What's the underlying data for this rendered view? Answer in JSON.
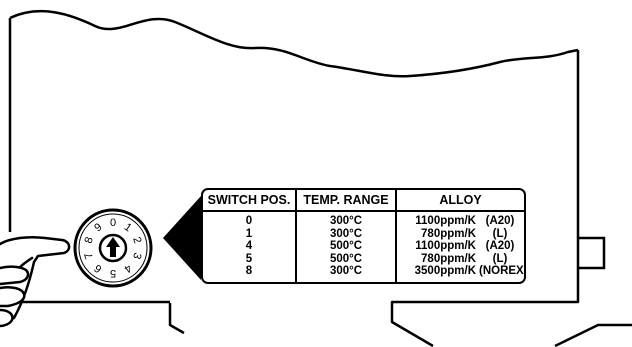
{
  "table": {
    "headers": {
      "switch_pos": "SWITCH POS.",
      "temp_range": "TEMP. RANGE",
      "alloy": "ALLOY"
    },
    "rows": [
      {
        "pos": "0",
        "range": "300°C",
        "coef": "1100ppm/K",
        "code": "(A20)"
      },
      {
        "pos": "1",
        "range": "300°C",
        "coef": "780ppm/K",
        "code": "(L)"
      },
      {
        "pos": "4",
        "range": "500°C",
        "coef": "1100ppm/K",
        "code": "(A20)"
      },
      {
        "pos": "5",
        "range": "500°C",
        "coef": "780ppm/K",
        "code": "(L)"
      },
      {
        "pos": "8",
        "range": "300°C",
        "coef": "3500ppm/K",
        "code": "(NOREX)"
      }
    ]
  },
  "dial": {
    "digits": [
      "0",
      "1",
      "2",
      "3",
      "4",
      "5",
      "6",
      "7",
      "8",
      "9"
    ]
  },
  "colors": {
    "line": "#000000",
    "background": "#ffffff"
  }
}
